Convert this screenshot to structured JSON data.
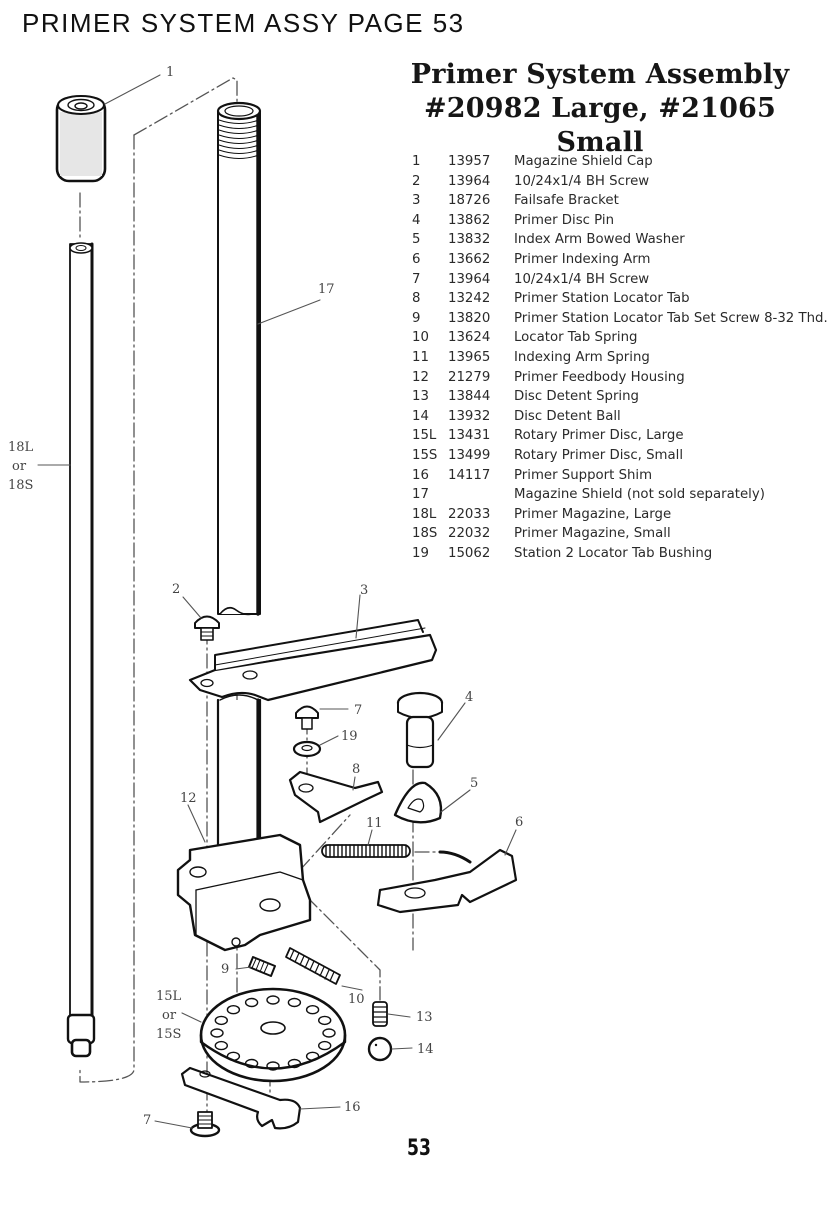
{
  "header": {
    "title": "PRIMER SYSTEM ASSY PAGE 53"
  },
  "document": {
    "title_line1": "Primer System Assembly",
    "title_line2": "#20982 Large, #21065 Small",
    "page_number": "53"
  },
  "parts_list": [
    {
      "ref": "1",
      "part_no": "13957",
      "description": "Magazine Shield Cap"
    },
    {
      "ref": "2",
      "part_no": "13964",
      "description": "10/24x1/4 BH Screw"
    },
    {
      "ref": "3",
      "part_no": "18726",
      "description": "Failsafe Bracket"
    },
    {
      "ref": "4",
      "part_no": "13862",
      "description": "Primer Disc Pin"
    },
    {
      "ref": "5",
      "part_no": "13832",
      "description": "Index Arm Bowed Washer"
    },
    {
      "ref": "6",
      "part_no": "13662",
      "description": "Primer Indexing Arm"
    },
    {
      "ref": "7",
      "part_no": "13964",
      "description": "10/24x1/4 BH Screw"
    },
    {
      "ref": "8",
      "part_no": "13242",
      "description": "Primer Station Locator Tab"
    },
    {
      "ref": "9",
      "part_no": "13820",
      "description": "Primer Station Locator Tab Set Screw 8-32 Thd."
    },
    {
      "ref": "10",
      "part_no": "13624",
      "description": "Locator Tab Spring"
    },
    {
      "ref": "11",
      "part_no": "13965",
      "description": "Indexing Arm Spring"
    },
    {
      "ref": "12",
      "part_no": "21279",
      "description": "Primer Feedbody Housing"
    },
    {
      "ref": "13",
      "part_no": "13844",
      "description": "Disc Detent Spring"
    },
    {
      "ref": "14",
      "part_no": "13932",
      "description": "Disc Detent Ball"
    },
    {
      "ref": "15L",
      "part_no": "13431",
      "description": "Rotary Primer Disc, Large"
    },
    {
      "ref": "15S",
      "part_no": "13499",
      "description": "Rotary Primer Disc, Small"
    },
    {
      "ref": "16",
      "part_no": "14117",
      "description": "Primer Support Shim"
    },
    {
      "ref": "17",
      "part_no": "",
      "description": "Magazine Shield (not sold separately)"
    },
    {
      "ref": "18L",
      "part_no": "22033",
      "description": "Primer Magazine, Large"
    },
    {
      "ref": "18S",
      "part_no": "22032",
      "description": "Primer Magazine, Small"
    },
    {
      "ref": "19",
      "part_no": "15062",
      "description": "Station 2 Locator Tab Bushing"
    }
  ],
  "diagram": {
    "callouts": {
      "c1": "1",
      "c2": "2",
      "c3": "3",
      "c4": "4",
      "c5": "5",
      "c6": "6",
      "c7a": "7",
      "c7b": "7",
      "c8": "8",
      "c9": "9",
      "c10": "10",
      "c11": "11",
      "c12": "12",
      "c13": "13",
      "c14": "14",
      "c16": "16",
      "c17": "17",
      "c19": "19",
      "c15_l1": "15L",
      "c15_l2": "or",
      "c15_l3": "15S",
      "c18_l1": "18L",
      "c18_l2": "or",
      "c18_l3": "18S"
    }
  }
}
